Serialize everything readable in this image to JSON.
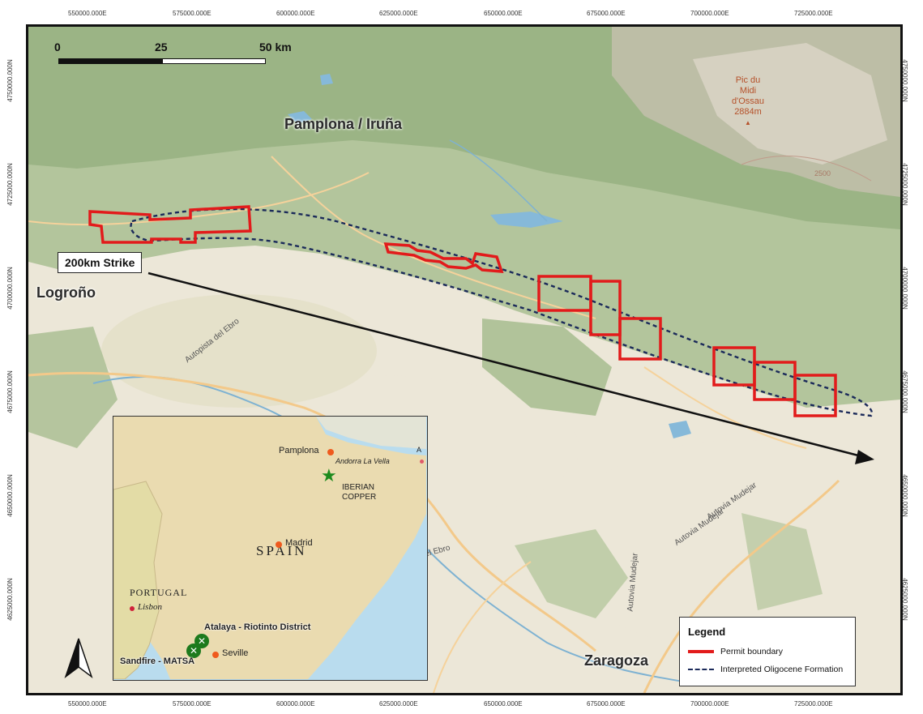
{
  "grid": {
    "top_eastings": [
      "550000.000E",
      "575000.000E",
      "600000.000E",
      "625000.000E",
      "650000.000E",
      "675000.000E",
      "700000.000E",
      "725000.000E"
    ],
    "bottom_eastings": [
      "550000.000E",
      "575000.000E",
      "600000.000E",
      "625000.000E",
      "650000.000E",
      "675000.000E",
      "700000.000E",
      "725000.000E"
    ],
    "left_northings": [
      "4750000.000N",
      "4725000.000N",
      "4700000.000N",
      "4675000.000N",
      "4650000.000N",
      "4625000.000N"
    ],
    "right_northings": [
      "4750000.000N",
      "4725000.000N",
      "4700000.000N",
      "4675000.000N",
      "4650000.000N",
      "4625000.000N"
    ]
  },
  "scale_bar": {
    "tick0": "0",
    "tick1": "25",
    "tick2": "50 km"
  },
  "places": {
    "pamplona": "Pamplona / Iruña",
    "logrono": "Logroño",
    "zaragoza": "Zaragoza"
  },
  "peak": {
    "line1": "Pic du",
    "line2": "Midi",
    "line3": "d'Ossau",
    "line4": "2884m",
    "contour": "2500"
  },
  "roads": {
    "ebro1": "Autopista del Ebro",
    "ebro2": "Autopista del Ebro",
    "mudejar1": "Autovia Mudejar",
    "mudejar2": "Autovia Mudejar",
    "mudejar3": "Autovia Mudejar"
  },
  "strike_label": "200km Strike",
  "legend": {
    "title": "Legend",
    "items": [
      {
        "label": "Permit boundary",
        "color": "#e21b1b"
      },
      {
        "label": "Interpreted Oligocene Formation",
        "color": "#1b2a5a"
      }
    ]
  },
  "inset": {
    "country": "SPAIN",
    "portugal": "PORTUGAL",
    "cities": {
      "pamplona": "Pamplona",
      "andorra": "Andorra La Vella",
      "madrid": "Madrid",
      "lisbon": "Lisbon",
      "seville": "Seville"
    },
    "iberian_copper_1": "IBERIAN",
    "iberian_copper_2": "COPPER",
    "atalaya": "Atalaya - Riotinto District",
    "sandfire": "Sandfire - MATSA",
    "andorra_code": "A"
  },
  "colors": {
    "permit": "#e21b1b",
    "formation": "#1b2a5a",
    "forest": "#9db587",
    "plain": "#ece7d8",
    "inset_land": "#eadbb0",
    "inset_portugal": "#e3dca6",
    "sea": "#b9dcee"
  }
}
